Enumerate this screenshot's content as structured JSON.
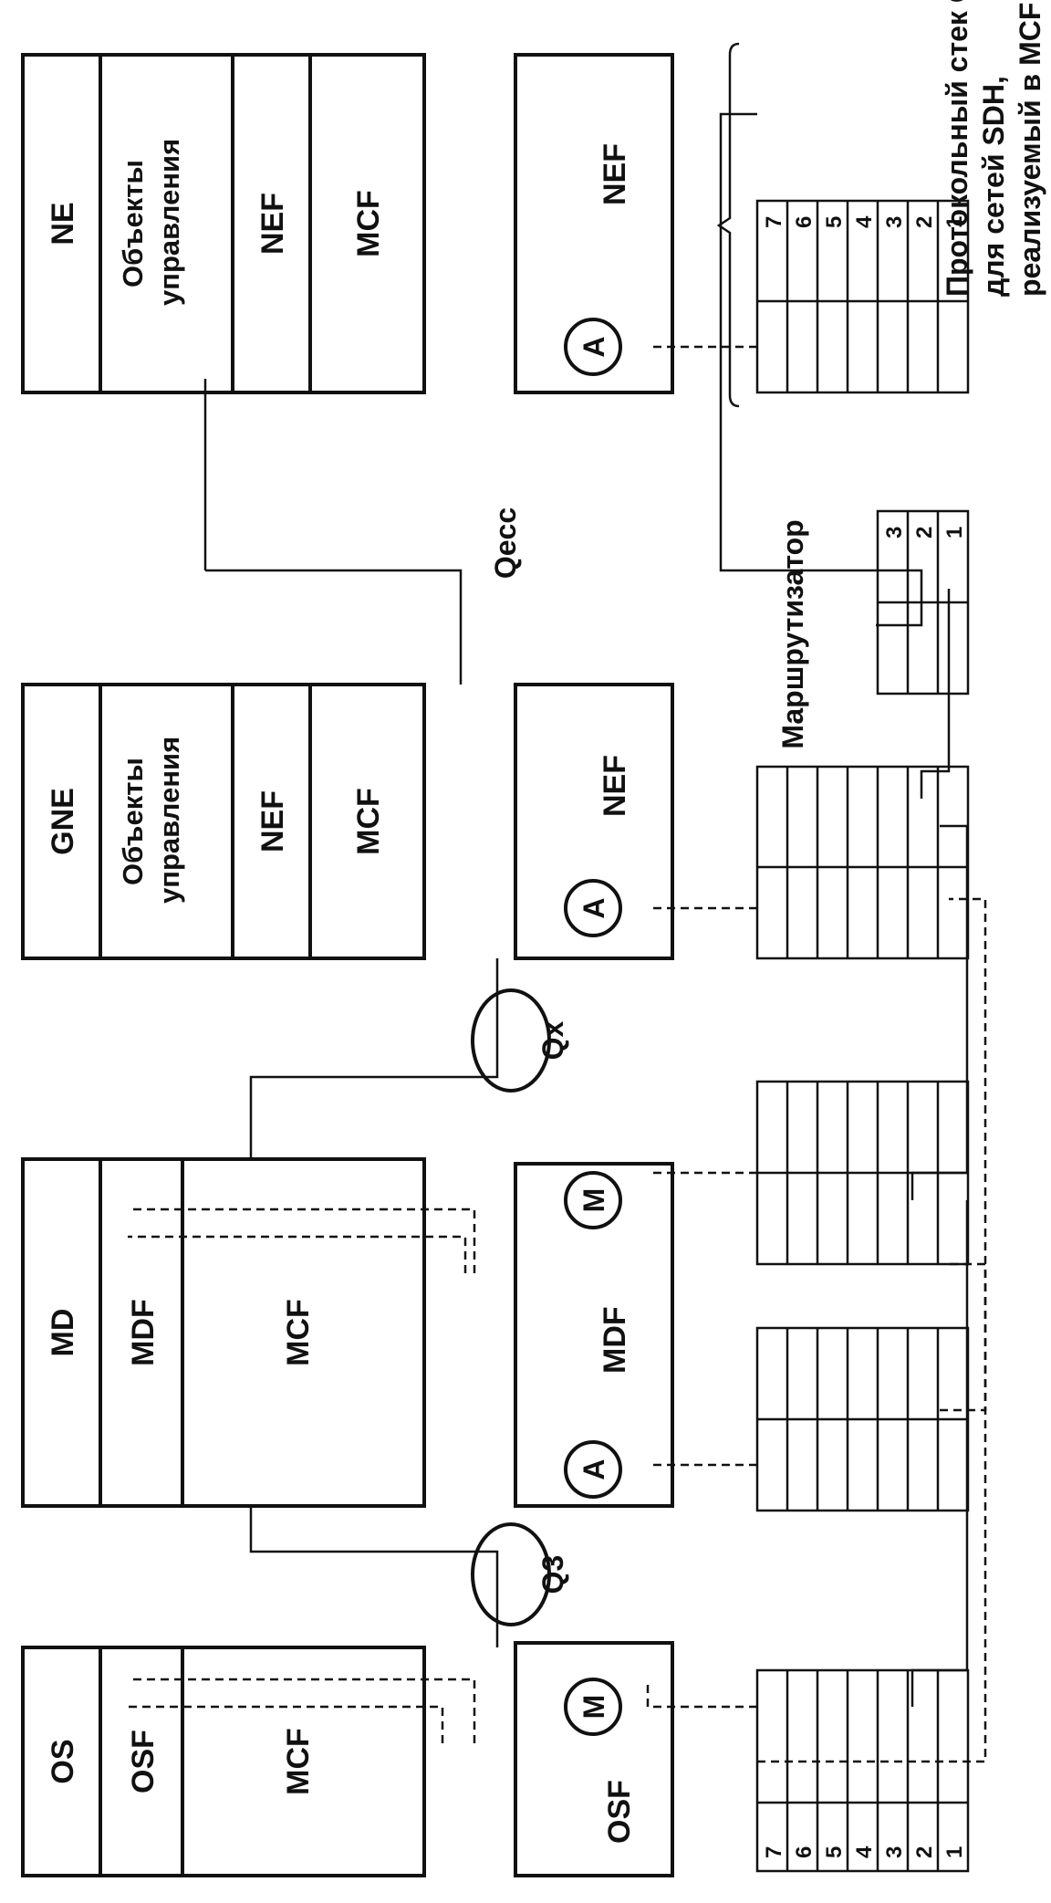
{
  "top_row": {
    "os": {
      "title": "OS",
      "layers": [
        "OSF",
        "MCF"
      ]
    },
    "md": {
      "title": "MD",
      "layers": [
        "MDF",
        "MCF"
      ]
    },
    "gne": {
      "title": "GNE",
      "layers": [
        "Объекты управления",
        "NEF",
        "MCF"
      ]
    },
    "ne": {
      "title": "NE",
      "layers": [
        "Объекты управления",
        "NEF",
        "MCF"
      ]
    }
  },
  "interfaces": {
    "q3": "Q3",
    "qx": "Qx",
    "qecc": "Qecc"
  },
  "bottom_row": {
    "osf_label": "OSF",
    "mdf_label": "MDF",
    "nef_label": "NEF",
    "manager": "M",
    "agent": "A"
  },
  "router_label": "Маршрутизатор",
  "stack_numbers": [
    "7",
    "6",
    "5",
    "4",
    "3",
    "2",
    "1"
  ],
  "router_numbers": [
    "3",
    "2",
    "1"
  ],
  "note": [
    "Протокольный стек OSI",
    "для сетей SDH,",
    "реализуемый в MCF"
  ]
}
